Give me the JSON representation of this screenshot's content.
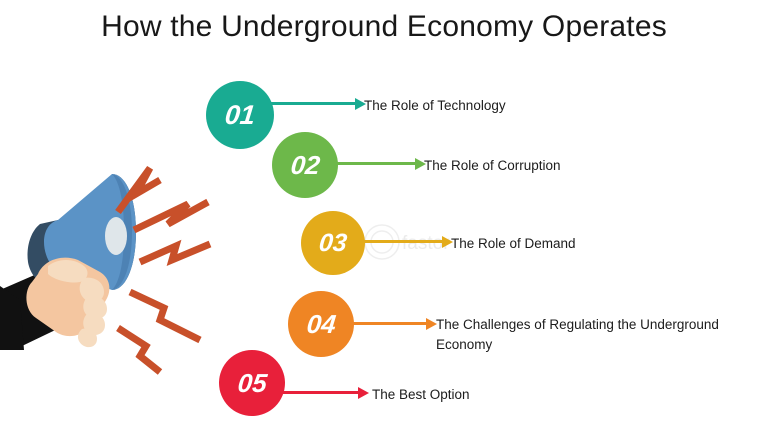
{
  "slide": {
    "title": "How the Underground Economy Operates",
    "background_color": "#ffffff",
    "title_color": "#181818"
  },
  "illustration": {
    "name": "megaphone-with-hand",
    "megaphone_cone_color": "#5b93c6",
    "megaphone_back_color": "#334c63",
    "megaphone_highlight_color": "#dfe6ea",
    "hand_skin_color": "#f4c6a0",
    "hand_finger_color": "#f6dcc0",
    "sleeve_color": "#111111",
    "bolt_color": "#c8502a",
    "bolt_count": 5
  },
  "steps": [
    {
      "number": "01",
      "label": "The Role of Technology",
      "color": "#19ab92"
    },
    {
      "number": "02",
      "label": "The Role of Corruption",
      "color": "#6db84a"
    },
    {
      "number": "03",
      "label": "The Role of Demand",
      "color": "#e3ab1a"
    },
    {
      "number": "04",
      "label": "The Challenges of Regulating the Underground Economy",
      "color": "#ef8524"
    },
    {
      "number": "05",
      "label": "The Best Option",
      "color": "#e8203a"
    }
  ],
  "watermark": {
    "text": "fastor"
  }
}
